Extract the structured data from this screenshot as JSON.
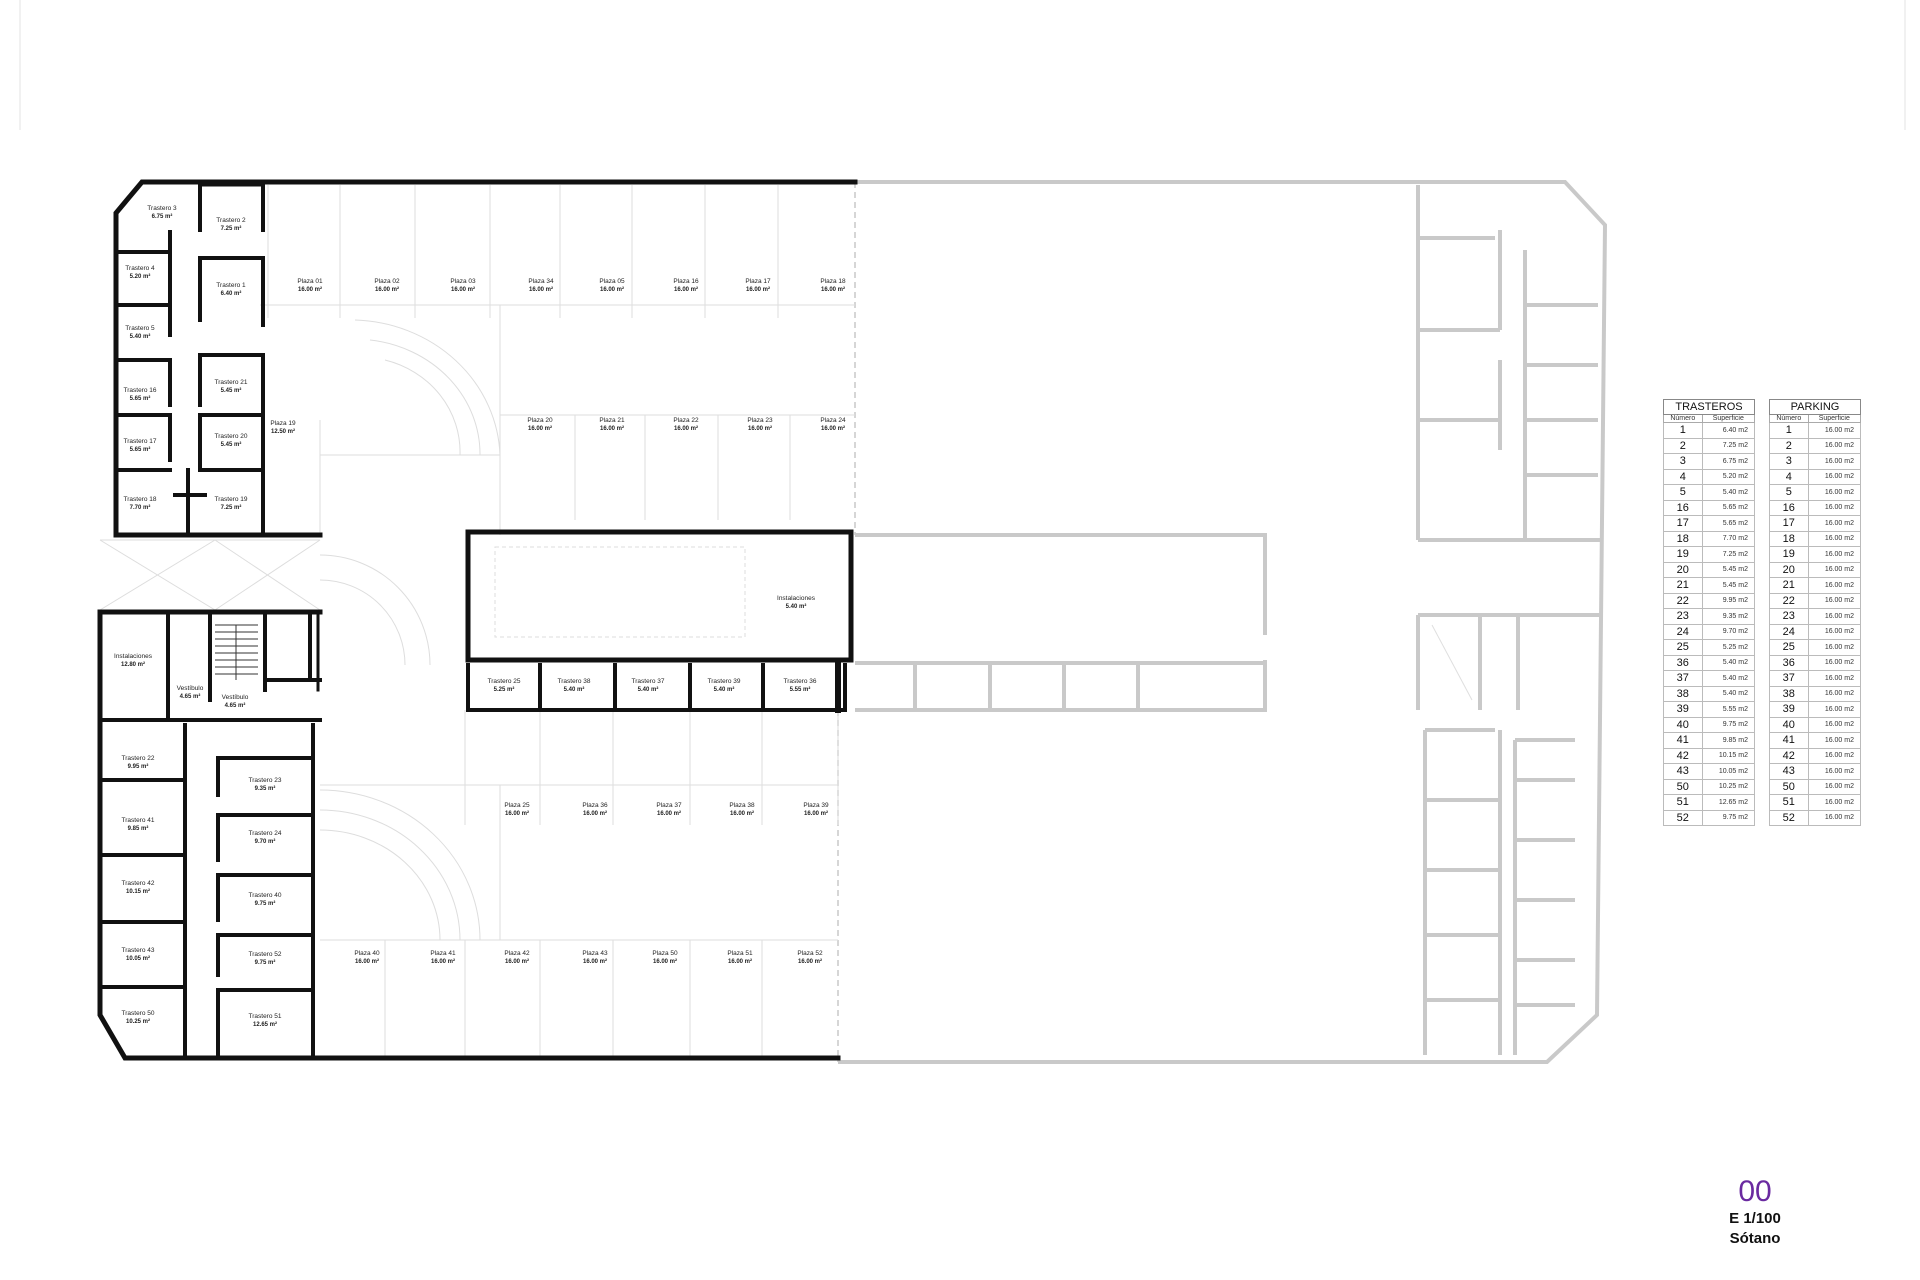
{
  "drawing": {
    "sheet_number": "00",
    "scale": "E 1/100",
    "level_name": "Sótano"
  },
  "rooms": [
    {
      "id": "trastero-3",
      "name": "Trastero 3",
      "area": "6.75 m²"
    },
    {
      "id": "trastero-2",
      "name": "Trastero 2",
      "area": "7.25 m²"
    },
    {
      "id": "trastero-4",
      "name": "Trastero 4",
      "area": "5.20 m²"
    },
    {
      "id": "trastero-1",
      "name": "Trastero 1",
      "area": "6.40 m²"
    },
    {
      "id": "trastero-5",
      "name": "Trastero 5",
      "area": "5.40 m²"
    },
    {
      "id": "trastero-16",
      "name": "Trastero 16",
      "area": "5.65 m²"
    },
    {
      "id": "trastero-21",
      "name": "Trastero 21",
      "area": "5.45 m²"
    },
    {
      "id": "trastero-17",
      "name": "Trastero 17",
      "area": "5.65 m²"
    },
    {
      "id": "trastero-20",
      "name": "Trastero 20",
      "area": "5.45 m²"
    },
    {
      "id": "trastero-18",
      "name": "Trastero 18",
      "area": "7.70 m²"
    },
    {
      "id": "trastero-19",
      "name": "Trastero 19",
      "area": "7.25 m²"
    },
    {
      "id": "instalaciones-west",
      "name": "Instalaciones",
      "area": "12.80 m²"
    },
    {
      "id": "vestibulo-1",
      "name": "Vestíbulo",
      "area": "4.65 m²"
    },
    {
      "id": "vestibulo-2",
      "name": "Vestíbulo",
      "area": "4.65 m²"
    },
    {
      "id": "trastero-22",
      "name": "Trastero 22",
      "area": "9.95 m²"
    },
    {
      "id": "trastero-23",
      "name": "Trastero 23",
      "area": "9.35 m²"
    },
    {
      "id": "trastero-41",
      "name": "Trastero 41",
      "area": "9.85 m²"
    },
    {
      "id": "trastero-24",
      "name": "Trastero 24",
      "area": "9.70 m²"
    },
    {
      "id": "trastero-42",
      "name": "Trastero 42",
      "area": "10.15 m²"
    },
    {
      "id": "trastero-40",
      "name": "Trastero 40",
      "area": "9.75 m²"
    },
    {
      "id": "trastero-43",
      "name": "Trastero 43",
      "area": "10.05 m²"
    },
    {
      "id": "trastero-52",
      "name": "Trastero 52",
      "area": "9.75 m²"
    },
    {
      "id": "trastero-50",
      "name": "Trastero 50",
      "area": "10.25 m²"
    },
    {
      "id": "trastero-51",
      "name": "Trastero 51",
      "area": "12.65 m²"
    },
    {
      "id": "instalaciones-center",
      "name": "Instalaciones",
      "area": "5.40 m²"
    },
    {
      "id": "trastero-25",
      "name": "Trastero 25",
      "area": "5.25 m²"
    },
    {
      "id": "trastero-38",
      "name": "Trastero 38",
      "area": "5.40 m²"
    },
    {
      "id": "trastero-37",
      "name": "Trastero 37",
      "area": "5.40 m²"
    },
    {
      "id": "trastero-39",
      "name": "Trastero 39",
      "area": "5.40 m²"
    },
    {
      "id": "trastero-36",
      "name": "Trastero 36",
      "area": "5.55 m²"
    }
  ],
  "parking_spaces": [
    {
      "id": "plaza-01",
      "name": "Plaza 01",
      "area": "16.00 m²"
    },
    {
      "id": "plaza-02",
      "name": "Plaza 02",
      "area": "16.00 m²"
    },
    {
      "id": "plaza-03",
      "name": "Plaza 03",
      "area": "16.00 m²"
    },
    {
      "id": "plaza-34",
      "name": "Plaza 34",
      "area": "16.00 m²"
    },
    {
      "id": "plaza-05",
      "name": "Plaza 05",
      "area": "16.00 m²"
    },
    {
      "id": "plaza-16",
      "name": "Plaza 16",
      "area": "16.00 m²"
    },
    {
      "id": "plaza-17",
      "name": "Plaza 17",
      "area": "16.00 m²"
    },
    {
      "id": "plaza-18",
      "name": "Plaza 18",
      "area": "16.00 m²"
    },
    {
      "id": "plaza-19",
      "name": "Plaza 19",
      "area": "12.50 m²"
    },
    {
      "id": "plaza-20",
      "name": "Plaza 20",
      "area": "16.00 m²"
    },
    {
      "id": "plaza-21",
      "name": "Plaza 21",
      "area": "16.00 m²"
    },
    {
      "id": "plaza-22",
      "name": "Plaza 22",
      "area": "16.00 m²"
    },
    {
      "id": "plaza-23",
      "name": "Plaza 23",
      "area": "16.00 m²"
    },
    {
      "id": "plaza-24",
      "name": "Plaza 24",
      "area": "16.00 m²"
    },
    {
      "id": "plaza-25",
      "name": "Plaza 25",
      "area": "16.00 m²"
    },
    {
      "id": "plaza-36",
      "name": "Plaza 36",
      "area": "16.00 m²"
    },
    {
      "id": "plaza-37",
      "name": "Plaza 37",
      "area": "16.00 m²"
    },
    {
      "id": "plaza-38",
      "name": "Plaza 38",
      "area": "16.00 m²"
    },
    {
      "id": "plaza-39",
      "name": "Plaza 39",
      "area": "16.00 m²"
    },
    {
      "id": "plaza-40",
      "name": "Plaza 40",
      "area": "16.00 m²"
    },
    {
      "id": "plaza-41",
      "name": "Plaza 41",
      "area": "16.00 m²"
    },
    {
      "id": "plaza-42",
      "name": "Plaza 42",
      "area": "16.00 m²"
    },
    {
      "id": "plaza-43",
      "name": "Plaza 43",
      "area": "16.00 m²"
    },
    {
      "id": "plaza-50",
      "name": "Plaza 50",
      "area": "16.00 m²"
    },
    {
      "id": "plaza-51",
      "name": "Plaza 51",
      "area": "16.00 m²"
    },
    {
      "id": "plaza-52",
      "name": "Plaza 52",
      "area": "16.00 m²"
    }
  ],
  "trasteros_table": {
    "title": "TRASTEROS",
    "col_numero": "Número",
    "col_superficie": "Superficie",
    "rows": [
      [
        "1",
        "6.40 m2"
      ],
      [
        "2",
        "7.25 m2"
      ],
      [
        "3",
        "6.75 m2"
      ],
      [
        "4",
        "5.20 m2"
      ],
      [
        "5",
        "5.40 m2"
      ],
      [
        "16",
        "5.65 m2"
      ],
      [
        "17",
        "5.65 m2"
      ],
      [
        "18",
        "7.70 m2"
      ],
      [
        "19",
        "7.25 m2"
      ],
      [
        "20",
        "5.45 m2"
      ],
      [
        "21",
        "5.45 m2"
      ],
      [
        "22",
        "9.95 m2"
      ],
      [
        "23",
        "9.35 m2"
      ],
      [
        "24",
        "9.70 m2"
      ],
      [
        "25",
        "5.25 m2"
      ],
      [
        "36",
        "5.40 m2"
      ],
      [
        "37",
        "5.40 m2"
      ],
      [
        "38",
        "5.40 m2"
      ],
      [
        "39",
        "5.55 m2"
      ],
      [
        "40",
        "9.75 m2"
      ],
      [
        "41",
        "9.85 m2"
      ],
      [
        "42",
        "10.15 m2"
      ],
      [
        "43",
        "10.05 m2"
      ],
      [
        "50",
        "10.25 m2"
      ],
      [
        "51",
        "12.65 m2"
      ],
      [
        "52",
        "9.75 m2"
      ]
    ]
  },
  "parking_table": {
    "title": "PARKING",
    "col_numero": "Número",
    "col_superficie": "Superficie",
    "rows": [
      [
        "1",
        "16.00 m2"
      ],
      [
        "2",
        "16.00 m2"
      ],
      [
        "3",
        "16.00 m2"
      ],
      [
        "4",
        "16.00 m2"
      ],
      [
        "5",
        "16.00 m2"
      ],
      [
        "16",
        "16.00 m2"
      ],
      [
        "17",
        "16.00 m2"
      ],
      [
        "18",
        "16.00 m2"
      ],
      [
        "19",
        "16.00 m2"
      ],
      [
        "20",
        "16.00 m2"
      ],
      [
        "21",
        "16.00 m2"
      ],
      [
        "22",
        "16.00 m2"
      ],
      [
        "23",
        "16.00 m2"
      ],
      [
        "24",
        "16.00 m2"
      ],
      [
        "25",
        "16.00 m2"
      ],
      [
        "36",
        "16.00 m2"
      ],
      [
        "37",
        "16.00 m2"
      ],
      [
        "38",
        "16.00 m2"
      ],
      [
        "39",
        "16.00 m2"
      ],
      [
        "40",
        "16.00 m2"
      ],
      [
        "41",
        "16.00 m2"
      ],
      [
        "42",
        "16.00 m2"
      ],
      [
        "43",
        "16.00 m2"
      ],
      [
        "50",
        "16.00 m2"
      ],
      [
        "51",
        "16.00 m2"
      ],
      [
        "52",
        "16.00 m2"
      ]
    ]
  },
  "colors": {
    "wall": "#111111",
    "ghost_wall": "#c8c8c8",
    "bay_line": "#d9d9d9",
    "accent_sheet_number": "#6a2aa0"
  }
}
